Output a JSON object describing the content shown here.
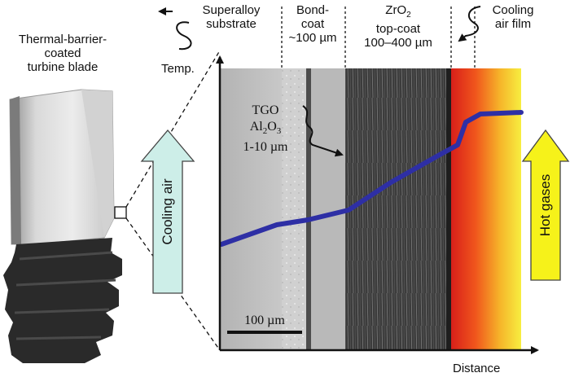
{
  "blade_label": [
    "Thermal-barrier-",
    "coated",
    "turbine blade"
  ],
  "layers": {
    "substrate": [
      "Superalloy",
      "substrate"
    ],
    "bondcoat": [
      "Bond-",
      "coat",
      "~100 µm"
    ],
    "topcoat": {
      "line1_main": "ZrO",
      "line1_sub": "2",
      "line2": "top-coat",
      "line3": "100–400 µm"
    },
    "film": [
      "Cooling",
      "air film"
    ]
  },
  "tgo": {
    "line1": "TGO",
    "line2_main": "Al",
    "line2_sub1": "2",
    "line2_mid": "O",
    "line2_sub2": "3",
    "line3": "1-10 µm"
  },
  "axis": {
    "y_label": "Temp.",
    "x_label": "Distance"
  },
  "arrows": {
    "cooling_air": "Cooling air",
    "hot_gases": "Hot gases"
  },
  "scale_bar": "100 µm",
  "colors": {
    "temperature_line": "#2e2fa5",
    "cooling_arrow": "#cdeee8",
    "hot_arrow": "#f6f21a",
    "hot_gradient_start": "#e8251a",
    "hot_gradient_end": "#f7ea3a"
  }
}
